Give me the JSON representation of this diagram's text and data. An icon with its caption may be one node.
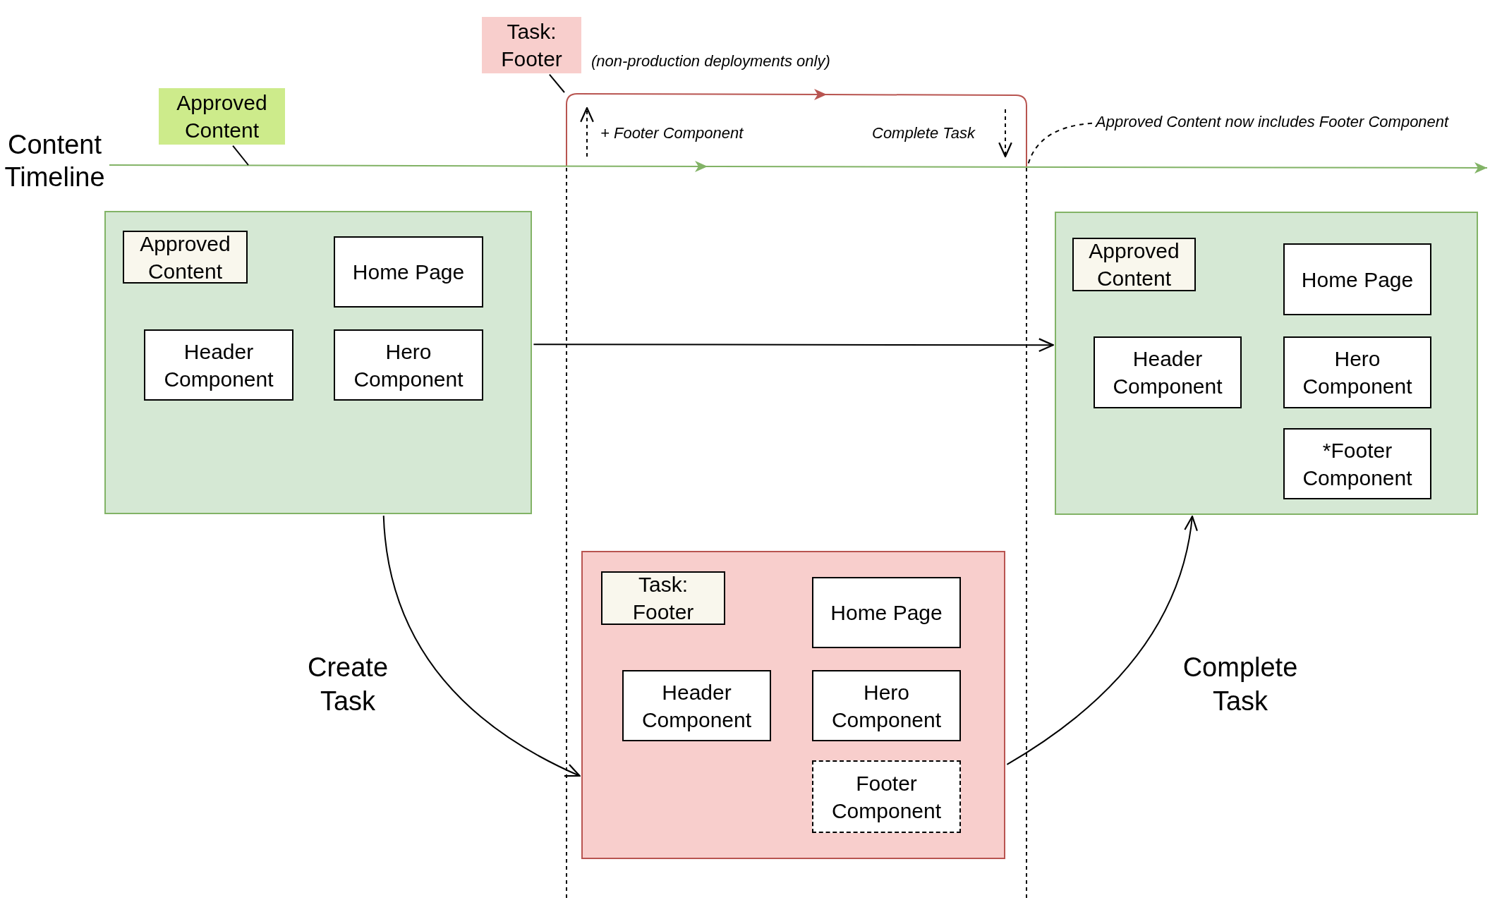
{
  "diagram": {
    "nodes": [
      {
        "text": [
          "Content Timeline"
        ]
      },
      {
        "text": [
          "Approved Content"
        ]
      },
      {
        "text": [
          "Task: Footer"
        ]
      },
      {
        "text": [
          "Approved Content now includes Footer Component"
        ]
      },
      {
        "text": [],
        "shape": "box"
      },
      {
        "text": [
          "Approved Content"
        ],
        "in": 4
      },
      {
        "text": [
          "Home Page"
        ],
        "in": 4
      },
      {
        "text": [
          "Header Component"
        ],
        "in": 4
      },
      {
        "text": [
          "Hero Component"
        ],
        "in": 4
      },
      {
        "text": [],
        "shape": "box"
      },
      {
        "text": [
          "Task: Footer"
        ],
        "in": 9
      },
      {
        "text": [
          "Home Page"
        ],
        "in": 9
      },
      {
        "text": [
          "Header Component"
        ],
        "in": 9
      },
      {
        "text": [
          "Hero Component"
        ],
        "in": 9
      },
      {
        "text": [
          "Footer Component"
        ],
        "in": 9
      },
      {
        "text": [],
        "shape": "box"
      },
      {
        "text": [
          "Approved Content"
        ],
        "in": 15
      },
      {
        "text": [
          "Home Page"
        ],
        "in": 15
      },
      {
        "text": [
          "Header Component"
        ],
        "in": 15
      },
      {
        "text": [
          "Hero Component"
        ],
        "in": 15
      },
      {
        "text": [
          "*Footer Component"
        ],
        "in": 15
      }
    ],
    "edges": [
      {
        "from": 0,
        "to": null,
        "arrow": "to",
        "color": "#82b366"
      },
      {
        "from": 1,
        "to": null,
        "arrow": "none"
      },
      {
        "from": 2,
        "to": null,
        "arrow": "none"
      },
      {
        "from": 3,
        "to": null,
        "arrow": "none",
        "style": "dashed"
      },
      {
        "from": 4,
        "to": 9,
        "arrow": "to",
        "label": "Create Task"
      },
      {
        "from": 9,
        "to": 15,
        "arrow": "to",
        "label": "Complete Task"
      },
      {
        "from": 4,
        "to": 15,
        "arrow": "to"
      }
    ],
    "labels": [
      "(non-production deployments only)",
      "+ Footer Component",
      "Complete Task"
    ]
  }
}
